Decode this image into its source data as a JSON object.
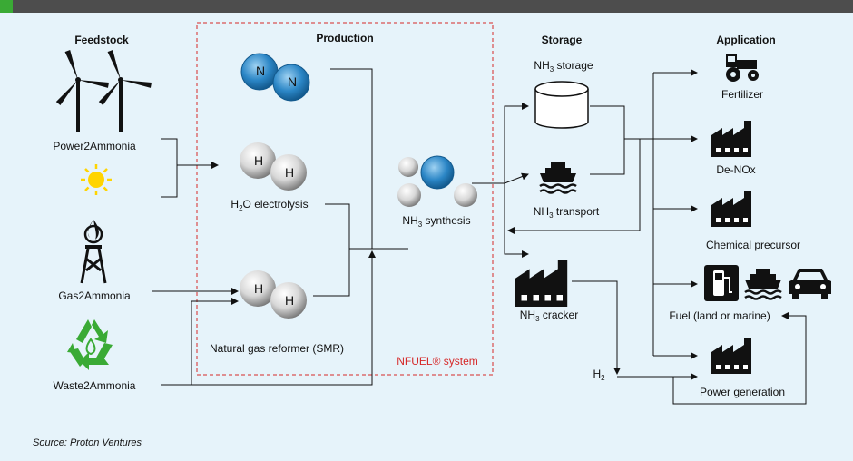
{
  "header": {
    "accent_color": "#3aaa35",
    "bar_color": "#4d4d4d"
  },
  "headings": {
    "feedstock": "Feedstock",
    "production": "Production",
    "storage": "Storage",
    "application": "Application"
  },
  "feedstock": {
    "power": "Power2Ammonia",
    "gas": "Gas2Ammonia",
    "waste": "Waste2Ammonia"
  },
  "production": {
    "n_atom": "N",
    "h_atom": "H",
    "electrolysis": {
      "h": "H",
      "two": "2",
      "rest": "O electrolysis"
    },
    "smr": "Natural gas reformer (SMR)",
    "system": "NFUEL® system"
  },
  "synthesis": {
    "nh": "NH",
    "three": "3",
    "rest": " synthesis"
  },
  "storage": {
    "storage": {
      "nh": "NH",
      "three": "3",
      "rest": " storage"
    },
    "transport": {
      "nh": "NH",
      "three": "3",
      "rest": " transport"
    },
    "cracker": {
      "nh": "NH",
      "three": "3",
      "rest": " cracker"
    },
    "h2": {
      "h": "H",
      "two": "2"
    }
  },
  "application": {
    "fertilizer": "Fertilizer",
    "denox": "De-NOx",
    "chemical": "Chemical precursor",
    "fuel": "Fuel (land or marine)",
    "power": "Power generation"
  },
  "source": "Source: Proton Ventures",
  "icons": {
    "wind": "wind-turbine-icon",
    "sun": "sun-icon",
    "gas": "gas-well-icon",
    "recycle": "recycle-icon",
    "tank": "storage-tank-icon",
    "ship": "ship-icon",
    "factory": "factory-icon",
    "tractor": "tractor-icon",
    "pump": "fuel-pump-icon",
    "car": "car-icon"
  },
  "colors": {
    "nitrogen": "#2b86c6",
    "hydrogen": "#c8c8c8",
    "system_border": "#d62828",
    "sun": "#ffd400",
    "recycle": "#3aaa35"
  }
}
